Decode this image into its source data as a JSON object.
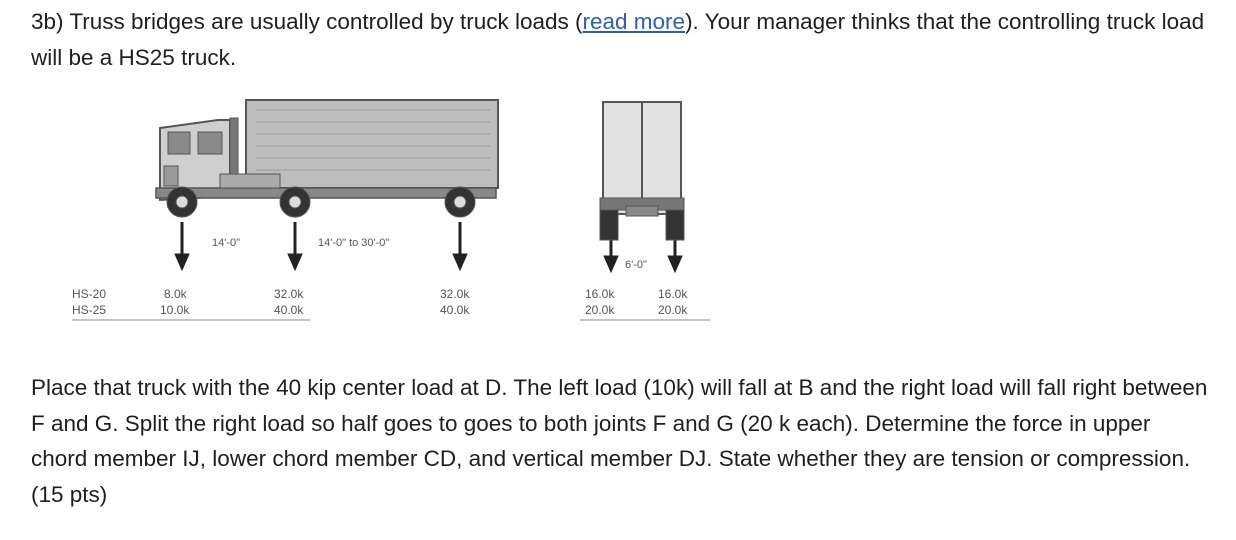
{
  "intro": {
    "before": "3b) Truss bridges are usually controlled by truck loads (",
    "link": "read more",
    "after": "). Your manager thinks that the controlling truck load will be a HS25 truck."
  },
  "figure": {
    "spacing_1": "14'-0\"",
    "spacing_2": "14'-0\" to 30'-0\"",
    "rear_width": "6'-0\"",
    "rows": [
      {
        "name": "HS-20",
        "front": "8.0k",
        "middle": "32.0k",
        "rear": "32.0k",
        "left_wheel": "16.0k",
        "right_wheel": "16.0k"
      },
      {
        "name": "HS-25",
        "front": "10.0k",
        "middle": "40.0k",
        "rear": "40.0k",
        "left_wheel": "20.0k",
        "right_wheel": "20.0k"
      }
    ]
  },
  "problem": {
    "text": "Place that truck with the 40 kip center load at D. The left load (10k) will fall at B and the right load will fall right between F and G. Split the right load so half goes to goes to both joints F and G (20 k each). Determine the force in upper chord member IJ, lower chord member CD, and vertical member DJ. State whether they are tension or compression. (15 pts)"
  }
}
